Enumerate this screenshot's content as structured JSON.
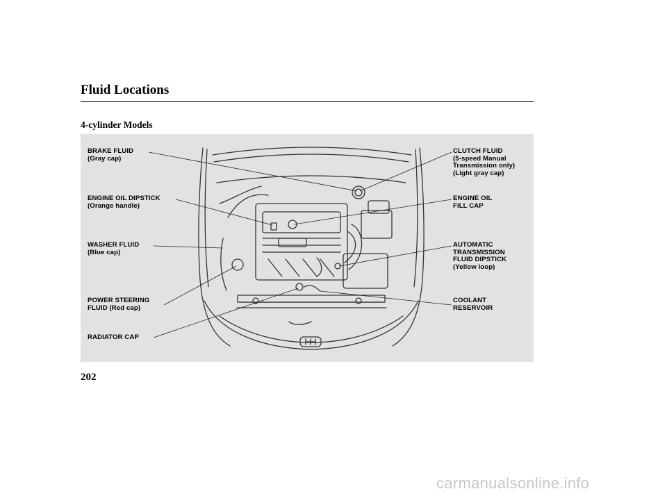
{
  "header": {
    "title": "Fluid Locations",
    "subtitle": "4-cylinder Models"
  },
  "diagram": {
    "labels": {
      "brake_fluid": "BRAKE FLUID\n(Gray cap)",
      "engine_oil_dipstick": "ENGINE OIL DIPSTICK\n(Orange handle)",
      "washer_fluid": "WASHER FLUID\n(Blue cap)",
      "power_steering_fluid": "POWER STEERING\nFLUID (Red cap)",
      "radiator_cap": "RADIATOR CAP",
      "clutch_fluid": "CLUTCH FLUID\n(5-speed Manual\nTransmission only)\n(Light gray cap)",
      "engine_oil_fill_cap": "ENGINE OIL\nFILL CAP",
      "automatic_transmission_fluid_dipstick": "AUTOMATIC\nTRANSMISSION\nFLUID DIPSTICK\n(Yellow loop)",
      "coolant_reservoir": "COOLANT\nRESERVOIR"
    }
  },
  "footer": {
    "page_number": "202",
    "watermark": "carmanualsonline.info"
  }
}
